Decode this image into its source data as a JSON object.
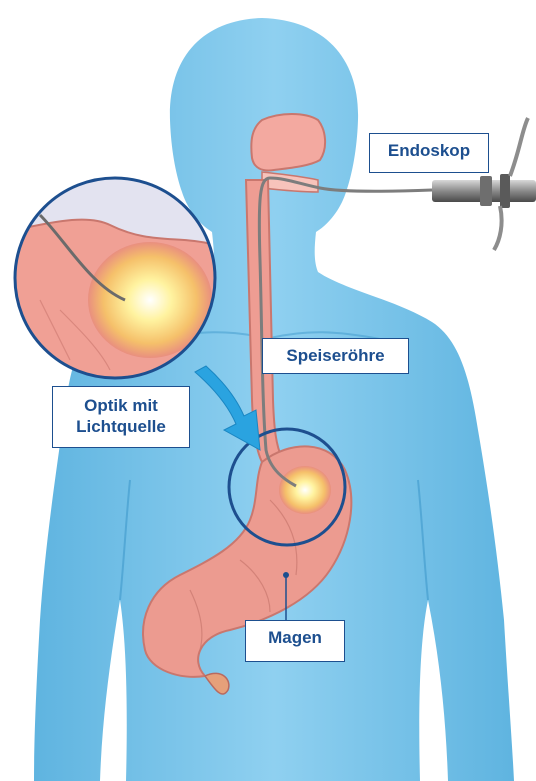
{
  "labels": {
    "endoscope": "Endoskop",
    "esophagus": "Speiseröhre",
    "optics_line1": "Optik mit",
    "optics_line2": "Lichtquelle",
    "stomach": "Magen"
  },
  "colors": {
    "body": "#7cc6ea",
    "body_dark": "#4aa5d6",
    "organ": "#e88f86",
    "organ_light": "#f6c6bd",
    "light_glow": "#ffe97a",
    "callout_arrow": "#2aa3e0",
    "label_border": "#1d4f8f",
    "instrument": "#8a8a8a"
  }
}
